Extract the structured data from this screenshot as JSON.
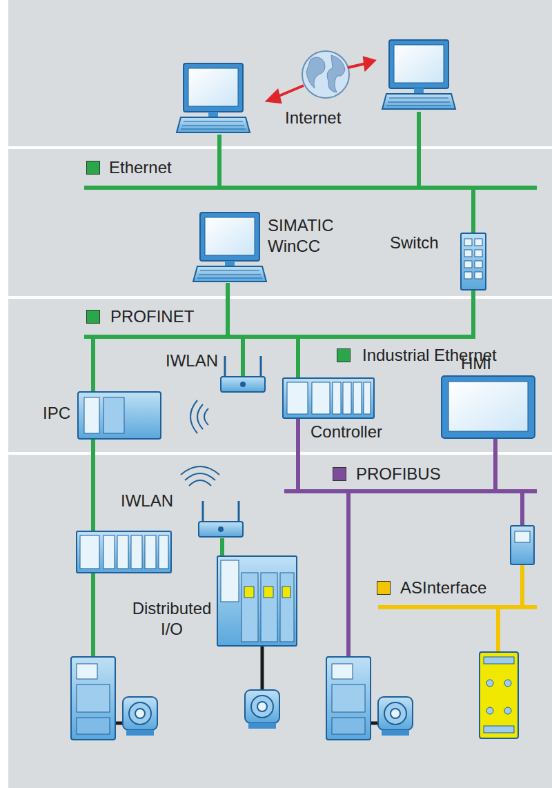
{
  "diagram": {
    "labels": [
      "Internet",
      "SIMATIC WinCC",
      "Switch",
      "IWLAN",
      "IPC",
      "Controller",
      "HMI",
      "IWLAN",
      "Distributed I/O"
    ],
    "legend": [
      {
        "text": "Ethernet",
        "color": "#2ca64a"
      },
      {
        "text": "PROFINET",
        "color": "#2ca64a"
      },
      {
        "text": "Industrial Ethernet",
        "color": "#2ca64a"
      },
      {
        "text": "PROFIBUS",
        "color": "#7d4c9c"
      },
      {
        "text": "ASInterface",
        "color": "#f5c400"
      }
    ]
  }
}
